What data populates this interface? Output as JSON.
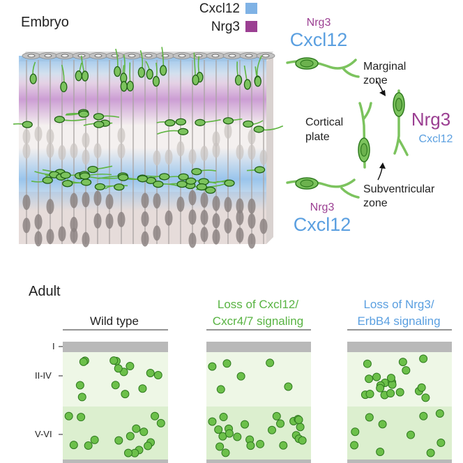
{
  "embryo": {
    "title": "Embryo"
  },
  "legend": [
    {
      "label": "Cxcl12",
      "color": "#7fb2e5"
    },
    {
      "label": "Nrg3",
      "color": "#9b3f92"
    }
  ],
  "migration": {
    "top_small": "Nrg3",
    "top_large": "Cxcl12",
    "marginal_zone": [
      "Marginal",
      "zone"
    ],
    "cortical_plate": [
      "Cortical",
      "plate"
    ],
    "right_large": "Nrg3",
    "right_small": "Cxcl12",
    "bottom_small": "Nrg3",
    "bottom_large": "Cxcl12",
    "subventricular_zone": [
      "Subventricular",
      "zone"
    ]
  },
  "adult": {
    "title": "Adult",
    "panels": [
      {
        "heading": [
          "Wild type"
        ],
        "heading_color": "#222222"
      },
      {
        "heading": [
          "Loss of Cxcl12/",
          "Cxcr4/7 signaling"
        ],
        "heading_color": "#58b342"
      },
      {
        "heading": [
          "Loss of Nrg3/",
          "ErbB4 signaling"
        ],
        "heading_color": "#5a9fe0"
      }
    ],
    "layer_labels": [
      "I",
      "II-IV",
      "V-VI"
    ]
  },
  "colors": {
    "cxcl12_blue": "#5a9fe0",
    "nrg3_purple": "#9b3f92",
    "cell_green": "#6cc04a",
    "cell_green_dark": "#2f7a1f",
    "layer_fill": "#dff0d2",
    "pia_gray": "#b9b9b9"
  }
}
